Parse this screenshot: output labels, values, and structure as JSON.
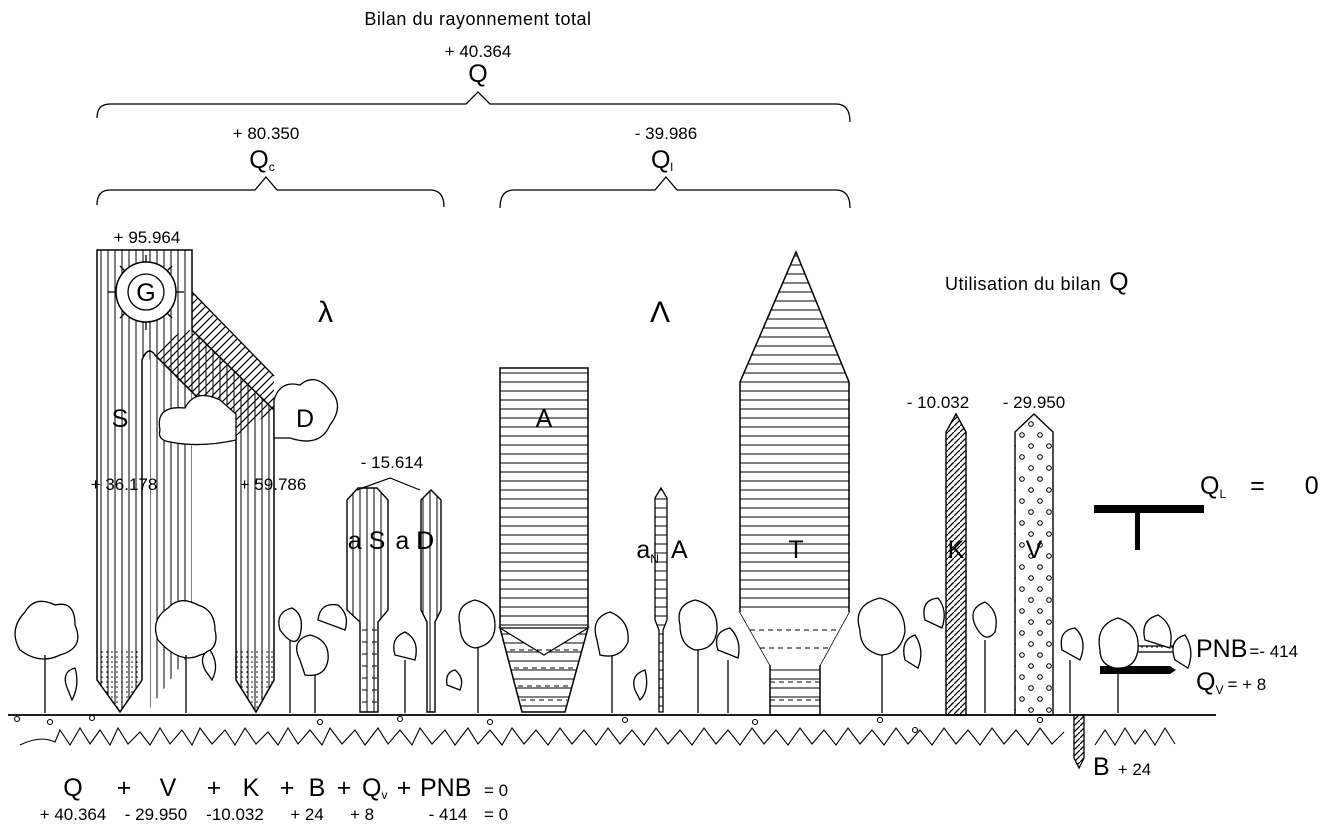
{
  "title": "Bilan du rayonnement total",
  "utilisation_title": "Utilisation du bilan",
  "utilisation_symbol": "Q",
  "Q": {
    "symbol": "Q",
    "value": "+ 40.364"
  },
  "Qc": {
    "symbol": "Q",
    "subscript": "c",
    "value": "+ 80.350"
  },
  "Ql": {
    "symbol": "Q",
    "subscript": "l",
    "value": "- 39.986"
  },
  "lambda_symbol": "λ",
  "Lambda_symbol": "Λ",
  "G": {
    "label": "G",
    "value": "+ 95.964"
  },
  "S": {
    "label": "S",
    "value": "+ 36.178"
  },
  "D": {
    "label": "D",
    "value": "+ 59.786"
  },
  "reflection": {
    "value": "- 15.614",
    "aS": "a S",
    "aD": "a D"
  },
  "A": {
    "label": "A"
  },
  "aNA": {
    "a": "a",
    "sub": "N",
    "A": "A"
  },
  "T": {
    "label": "T"
  },
  "K": {
    "label": "K",
    "value": "- 10.032"
  },
  "V": {
    "label": "V",
    "value": "- 29.950"
  },
  "QL": {
    "symbol": "Q",
    "subscript": "L",
    "equals": "=",
    "value": "0"
  },
  "PNB": {
    "label": "PNB",
    "value": "=- 414"
  },
  "Qv": {
    "symbol": "Q",
    "subscript": "V",
    "value": "= + 8"
  },
  "B": {
    "label": "B",
    "value": "+ 24"
  },
  "equation": {
    "Q": "Q",
    "plus1": "+",
    "V": "V",
    "plus2": "+",
    "K": "K",
    "plus3": "+",
    "B": "B",
    "plus4": "+",
    "Qv": "Q",
    "Qv_sub": "v",
    "plus5": "+",
    "PNB": "PNB",
    "eq": "= 0"
  },
  "equation_values": {
    "Q": "+ 40.364",
    "V": "- 29.950",
    "K": "-10.032",
    "B": "+ 24",
    "Qv": "+ 8",
    "PNB": "- 414",
    "eq": "= 0"
  }
}
